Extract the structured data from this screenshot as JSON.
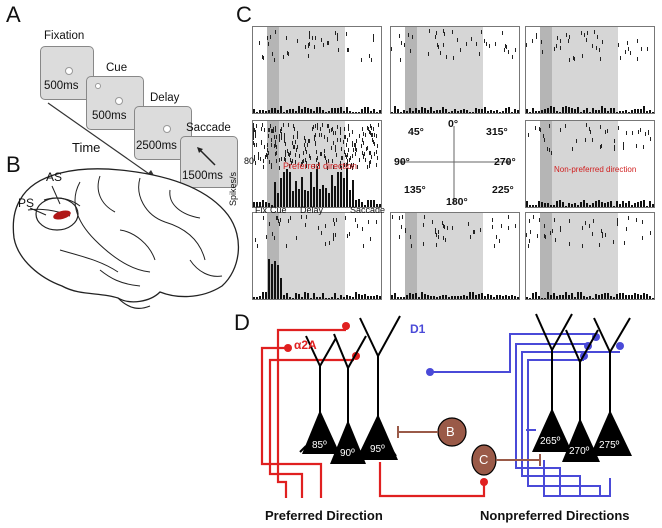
{
  "panel_a": {
    "letter": "A",
    "steps": [
      {
        "name": "Fixation",
        "duration": "500ms"
      },
      {
        "name": "Cue",
        "duration": "500ms"
      },
      {
        "name": "Delay",
        "duration": "2500ms"
      },
      {
        "name": "Saccade",
        "duration": "1500ms"
      }
    ],
    "time_label": "Time"
  },
  "panel_b": {
    "letter": "B",
    "labels": {
      "ps": "PS",
      "as": "AS"
    }
  },
  "panel_c": {
    "letter": "C",
    "center_angles": {
      "a45": "45°",
      "a0": "0°",
      "a315": "315°",
      "a90": "90°",
      "a270": "270°",
      "a135": "135°",
      "a180": "180°",
      "a225": "225°"
    },
    "preferred_label": "Preferred direction",
    "nonpreferred_label": "Non-preferred direction",
    "yaxis_label": "Spikes/s",
    "yaxis_tick": "80",
    "epochs": {
      "fix": "Fix",
      "cue": "Cue",
      "delay": "Delay",
      "saccade": "Saccade"
    }
  },
  "panel_d": {
    "letter": "D",
    "alpha_label": "α2A",
    "d1_label": "D1",
    "left_neurons": [
      "85º",
      "90º",
      "95º"
    ],
    "right_neurons": [
      "265º",
      "270º",
      "275º"
    ],
    "interneuron_b": "B",
    "interneuron_c": "C",
    "preferred_caption": "Preferred Direction",
    "nonpreferred_caption": "Nonpreferred Directions",
    "colors": {
      "red": "#e02020",
      "blue": "#4a4ad8",
      "brown": "#9a5a48"
    }
  }
}
